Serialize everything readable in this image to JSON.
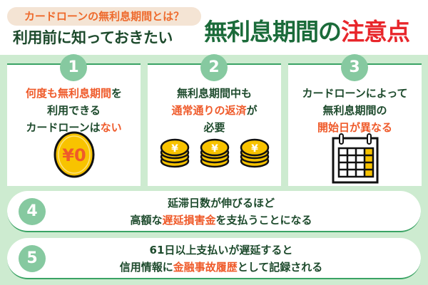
{
  "header": {
    "subtitle": "カードローンの無利息期間とは？",
    "lead": "利用前に知っておきたい",
    "title_main": "無利息期間の",
    "title_accent": "注意点"
  },
  "colors": {
    "background": "#cdebd0",
    "accent_orange": "#ef5a2a",
    "accent_red": "#e8262b",
    "text_green": "#1d4a2c",
    "circle_green": "#86c9a0",
    "coin_gold": "#f8c300"
  },
  "cards": [
    {
      "number": "1",
      "lines": [
        [
          {
            "t": "何度も無利息期間",
            "hl": true
          },
          {
            "t": "を",
            "hl": false
          }
        ],
        [
          {
            "t": "利用できる",
            "hl": false
          }
        ],
        [
          {
            "t": "カードローンは",
            "hl": false
          },
          {
            "t": "ない",
            "hl": true
          }
        ]
      ],
      "icon": "zero-yen-coin-icon",
      "coin_label": "¥0"
    },
    {
      "number": "2",
      "lines": [
        [
          {
            "t": "無利息期間中も",
            "hl": false
          }
        ],
        [
          {
            "t": "通常通りの返済",
            "hl": true
          },
          {
            "t": "が",
            "hl": false
          }
        ],
        [
          {
            "t": "必要",
            "hl": false
          }
        ]
      ],
      "icon": "yen-coin-stacks-icon",
      "coin_label": "¥"
    },
    {
      "number": "3",
      "lines": [
        [
          {
            "t": "カードローンによって",
            "hl": false
          }
        ],
        [
          {
            "t": "無利息期間の",
            "hl": false
          }
        ],
        [
          {
            "t": "開始日が異なる",
            "hl": true
          }
        ]
      ],
      "icon": "calendar-icon"
    }
  ],
  "rows": [
    {
      "number": "4",
      "lines": [
        [
          {
            "t": "延滞日数が伸びるほど",
            "hl": false
          }
        ],
        [
          {
            "t": "高額な",
            "hl": false
          },
          {
            "t": "遅延損害金",
            "hl": true
          },
          {
            "t": "を支払うことになる",
            "hl": false
          }
        ]
      ]
    },
    {
      "number": "5",
      "lines": [
        [
          {
            "t": "61日以上支払いが遅延すると",
            "hl": false
          }
        ],
        [
          {
            "t": "信用情報に",
            "hl": false
          },
          {
            "t": "金融事故履歴",
            "hl": true
          },
          {
            "t": "として記録される",
            "hl": false
          }
        ]
      ]
    }
  ]
}
